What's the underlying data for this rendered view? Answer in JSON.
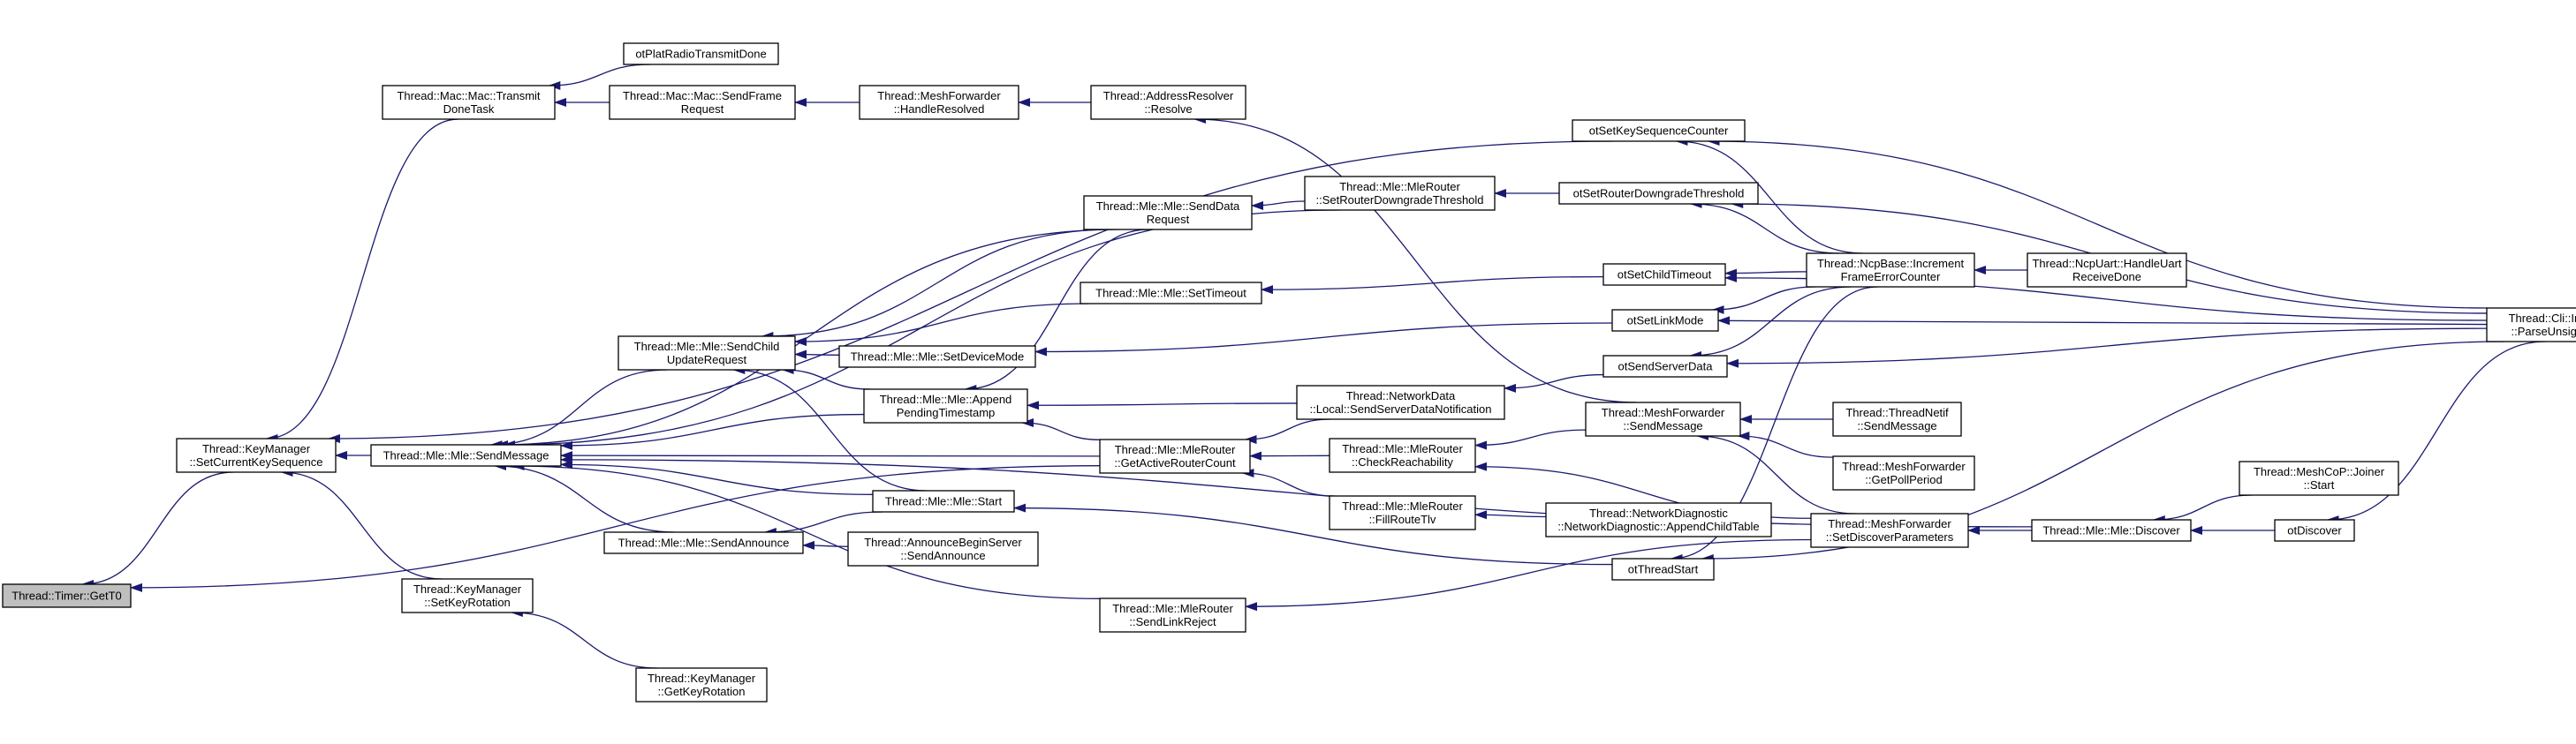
{
  "colors": {
    "edge": "#191970",
    "root_fill": "#bfbfbf",
    "node_fill": "#ffffff"
  },
  "nodes": [
    {
      "id": "root",
      "lines": [
        "Thread::Timer::GetT0"
      ],
      "root": true
    },
    {
      "id": "km_set",
      "lines": [
        "Thread::KeyManager",
        "::SetCurrentKeySequence"
      ]
    },
    {
      "id": "km_rot",
      "lines": [
        "Thread::KeyManager",
        "::SetKeyRotation"
      ]
    },
    {
      "id": "km_getrot",
      "lines": [
        "Thread::KeyManager",
        "::GetKeyRotation"
      ]
    },
    {
      "id": "mle_send",
      "lines": [
        "Thread::Mle::Mle::SendMessage"
      ]
    },
    {
      "id": "mac_tx",
      "lines": [
        "Thread::Mac::Mac::Transmit",
        "DoneTask"
      ]
    },
    {
      "id": "otplat",
      "lines": [
        "otPlatRadioTransmitDone"
      ]
    },
    {
      "id": "mac_sendframe",
      "lines": [
        "Thread::Mac::Mac::SendFrame",
        "Request"
      ]
    },
    {
      "id": "mf_handle",
      "lines": [
        "Thread::MeshForwarder",
        "::HandleResolved"
      ]
    },
    {
      "id": "ar_resolve",
      "lines": [
        "Thread::AddressResolver",
        "::Resolve"
      ]
    },
    {
      "id": "mle_child",
      "lines": [
        "Thread::Mle::Mle::SendChild",
        "UpdateRequest"
      ]
    },
    {
      "id": "mle_announce",
      "lines": [
        "Thread::Mle::Mle::SendAnnounce"
      ]
    },
    {
      "id": "mle_append",
      "lines": [
        "Thread::Mle::Mle::Append",
        "PendingTimestamp"
      ]
    },
    {
      "id": "mle_start",
      "lines": [
        "Thread::Mle::Mle::Start"
      ]
    },
    {
      "id": "mle_setdev",
      "lines": [
        "Thread::Mle::Mle::SetDeviceMode"
      ]
    },
    {
      "id": "mle_settimeout",
      "lines": [
        "Thread::Mle::Mle::SetTimeout"
      ]
    },
    {
      "id": "mle_senddata",
      "lines": [
        "Thread::Mle::Mle::SendData",
        "Request"
      ]
    },
    {
      "id": "announce_srv",
      "lines": [
        "Thread::AnnounceBeginServer",
        "::SendAnnounce"
      ]
    },
    {
      "id": "mr_getactive",
      "lines": [
        "Thread::Mle::MleRouter",
        "::GetActiveRouterCount"
      ]
    },
    {
      "id": "mr_downgrade",
      "lines": [
        "Thread::Mle::MleRouter",
        "::SetRouterDowngradeThreshold"
      ]
    },
    {
      "id": "nd_local",
      "lines": [
        "Thread::NetworkData",
        "::Local::SendServerDataNotification"
      ]
    },
    {
      "id": "mr_check",
      "lines": [
        "Thread::Mle::MleRouter",
        "::CheckReachability"
      ]
    },
    {
      "id": "mr_fill",
      "lines": [
        "Thread::Mle::MleRouter",
        "::FillRouteTlv"
      ]
    },
    {
      "id": "mr_reject",
      "lines": [
        "Thread::Mle::MleRouter",
        "::SendLinkReject"
      ]
    },
    {
      "id": "ot_seq",
      "lines": [
        "otSetKeySequenceCounter"
      ]
    },
    {
      "id": "ot_downgrade",
      "lines": [
        "otSetRouterDowngradeThreshold"
      ]
    },
    {
      "id": "ot_child",
      "lines": [
        "otSetChildTimeout"
      ]
    },
    {
      "id": "ot_link",
      "lines": [
        "otSetLinkMode"
      ]
    },
    {
      "id": "ot_server",
      "lines": [
        "otSendServerData"
      ]
    },
    {
      "id": "mf_send",
      "lines": [
        "Thread::MeshForwarder",
        "::SendMessage"
      ]
    },
    {
      "id": "nd_diag",
      "lines": [
        "Thread::NetworkDiagnostic",
        "::NetworkDiagnostic::AppendChildTable"
      ]
    },
    {
      "id": "ot_start",
      "lines": [
        "otThreadStart"
      ]
    },
    {
      "id": "ncp_inc",
      "lines": [
        "Thread::NcpBase::Increment",
        "FrameErrorCounter"
      ]
    },
    {
      "id": "ncp_uart",
      "lines": [
        "Thread::NcpUart::HandleUart",
        "ReceiveDone"
      ]
    },
    {
      "id": "netif_send",
      "lines": [
        "Thread::ThreadNetif",
        "::SendMessage"
      ]
    },
    {
      "id": "mf_poll",
      "lines": [
        "Thread::MeshForwarder",
        "::GetPollPeriod"
      ]
    },
    {
      "id": "mf_discover",
      "lines": [
        "Thread::MeshForwarder",
        "::SetDiscoverParameters"
      ]
    },
    {
      "id": "mle_discover",
      "lines": [
        "Thread::Mle::Mle::Discover"
      ]
    },
    {
      "id": "joiner",
      "lines": [
        "Thread::MeshCoP::Joiner",
        "::Start"
      ]
    },
    {
      "id": "ot_discover",
      "lines": [
        "otDiscover"
      ]
    },
    {
      "id": "cli",
      "lines": [
        "Thread::Cli::Interpreter",
        "::ParseUnsignedLong"
      ]
    }
  ]
}
